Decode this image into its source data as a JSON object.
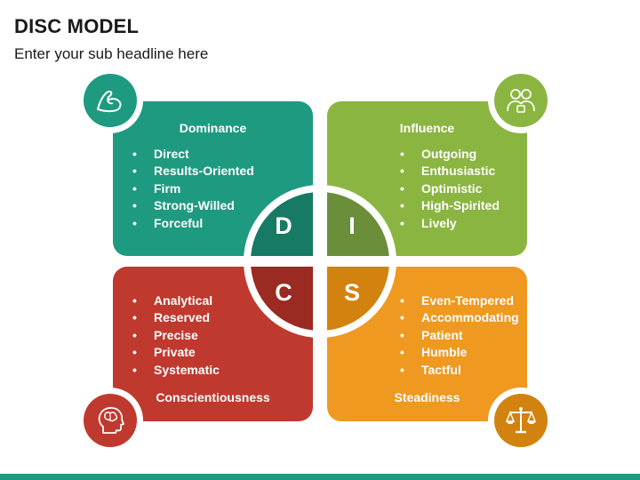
{
  "header": {
    "title": "DISC MODEL",
    "subtitle": "Enter your sub headline here"
  },
  "quadrants": {
    "d": {
      "title": "Dominance",
      "letter": "D",
      "color": "#1e9a80",
      "icon": "flexed-arm-icon",
      "items": [
        "Direct",
        "Results-Oriented",
        "Firm",
        "Strong-Willed",
        "Forceful"
      ]
    },
    "i": {
      "title": "Influence",
      "letter": "I",
      "color": "#8bb541",
      "icon": "people-group-icon",
      "items": [
        "Outgoing",
        "Enthusiastic",
        "Optimistic",
        "High-Spirited",
        "Lively"
      ]
    },
    "c": {
      "title": "Conscientiousness",
      "letter": "C",
      "color": "#c0392f",
      "icon": "head-brain-icon",
      "items": [
        "Analytical",
        "Reserved",
        "Precise",
        "Private",
        "Systematic"
      ]
    },
    "s": {
      "title": "Steadiness",
      "letter": "S",
      "color": "#ef9921",
      "icon": "balance-scale-icon",
      "items": [
        "Even-Tempered",
        "Accommodating",
        "Patient",
        "Humble",
        "Tactful"
      ]
    }
  },
  "accent_color": "#1e9a80"
}
